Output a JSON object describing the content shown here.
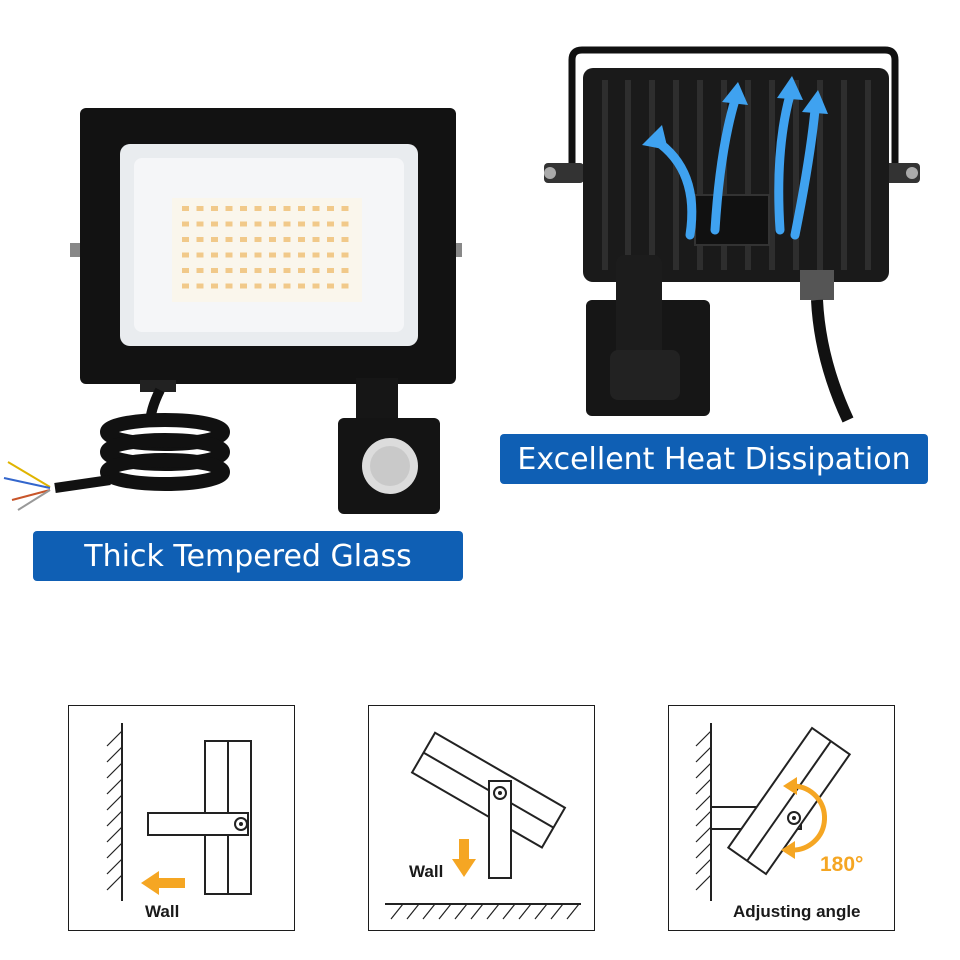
{
  "banners": {
    "front": "Thick Tempered Glass",
    "back": "Excellent Heat Dissipation"
  },
  "diagrams": {
    "panel1": {
      "label": "Wall"
    },
    "panel2": {
      "label": "Wall"
    },
    "panel3": {
      "angle": "180°",
      "label": "Adjusting angle"
    }
  },
  "colors": {
    "banner_blue": "#0f5fb4",
    "arrow_orange": "#f5a623",
    "airflow_blue": "#3fa2f0"
  }
}
